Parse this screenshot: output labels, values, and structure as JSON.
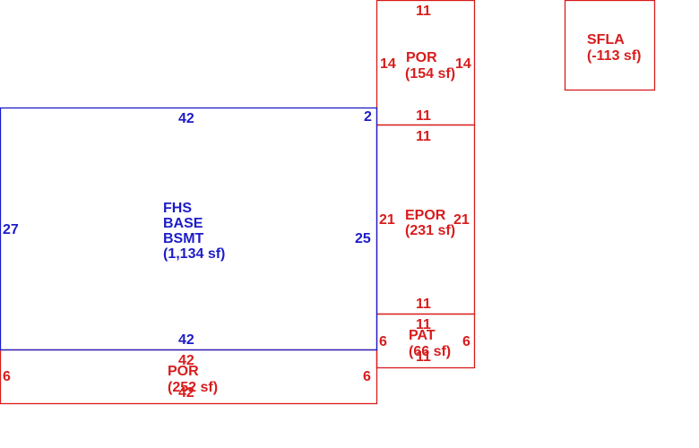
{
  "colors": {
    "main": "#1c1cc8",
    "addon": "#d81c1c"
  },
  "main_area": {
    "label_lines": [
      "FHS",
      "BASE",
      "BSMT",
      "(1,134 sf)"
    ],
    "dim_top": "42",
    "dim_top_right": "2",
    "dim_left": "27",
    "dim_right": "25",
    "dim_bottom": "42"
  },
  "por_top": {
    "name": "POR",
    "area": "(154 sf)",
    "dim_top": "11",
    "dim_left": "14",
    "dim_right": "14",
    "dim_bottom": "11"
  },
  "epor": {
    "name": "EPOR",
    "area": "(231 sf)",
    "dim_top": "11",
    "dim_left": "21",
    "dim_right": "21",
    "dim_bottom": "11"
  },
  "pat": {
    "name": "PAT",
    "area": "(66 sf)",
    "dim_top": "11",
    "dim_left": "6",
    "dim_right": "6",
    "dim_bottom": "11"
  },
  "por_bottom": {
    "name": "POR",
    "area": "(252 sf)",
    "dim_top": "42",
    "dim_left": "6",
    "dim_right": "6",
    "dim_bottom": "42"
  },
  "sfla": {
    "name": "SFLA",
    "area": "(-113 sf)"
  }
}
